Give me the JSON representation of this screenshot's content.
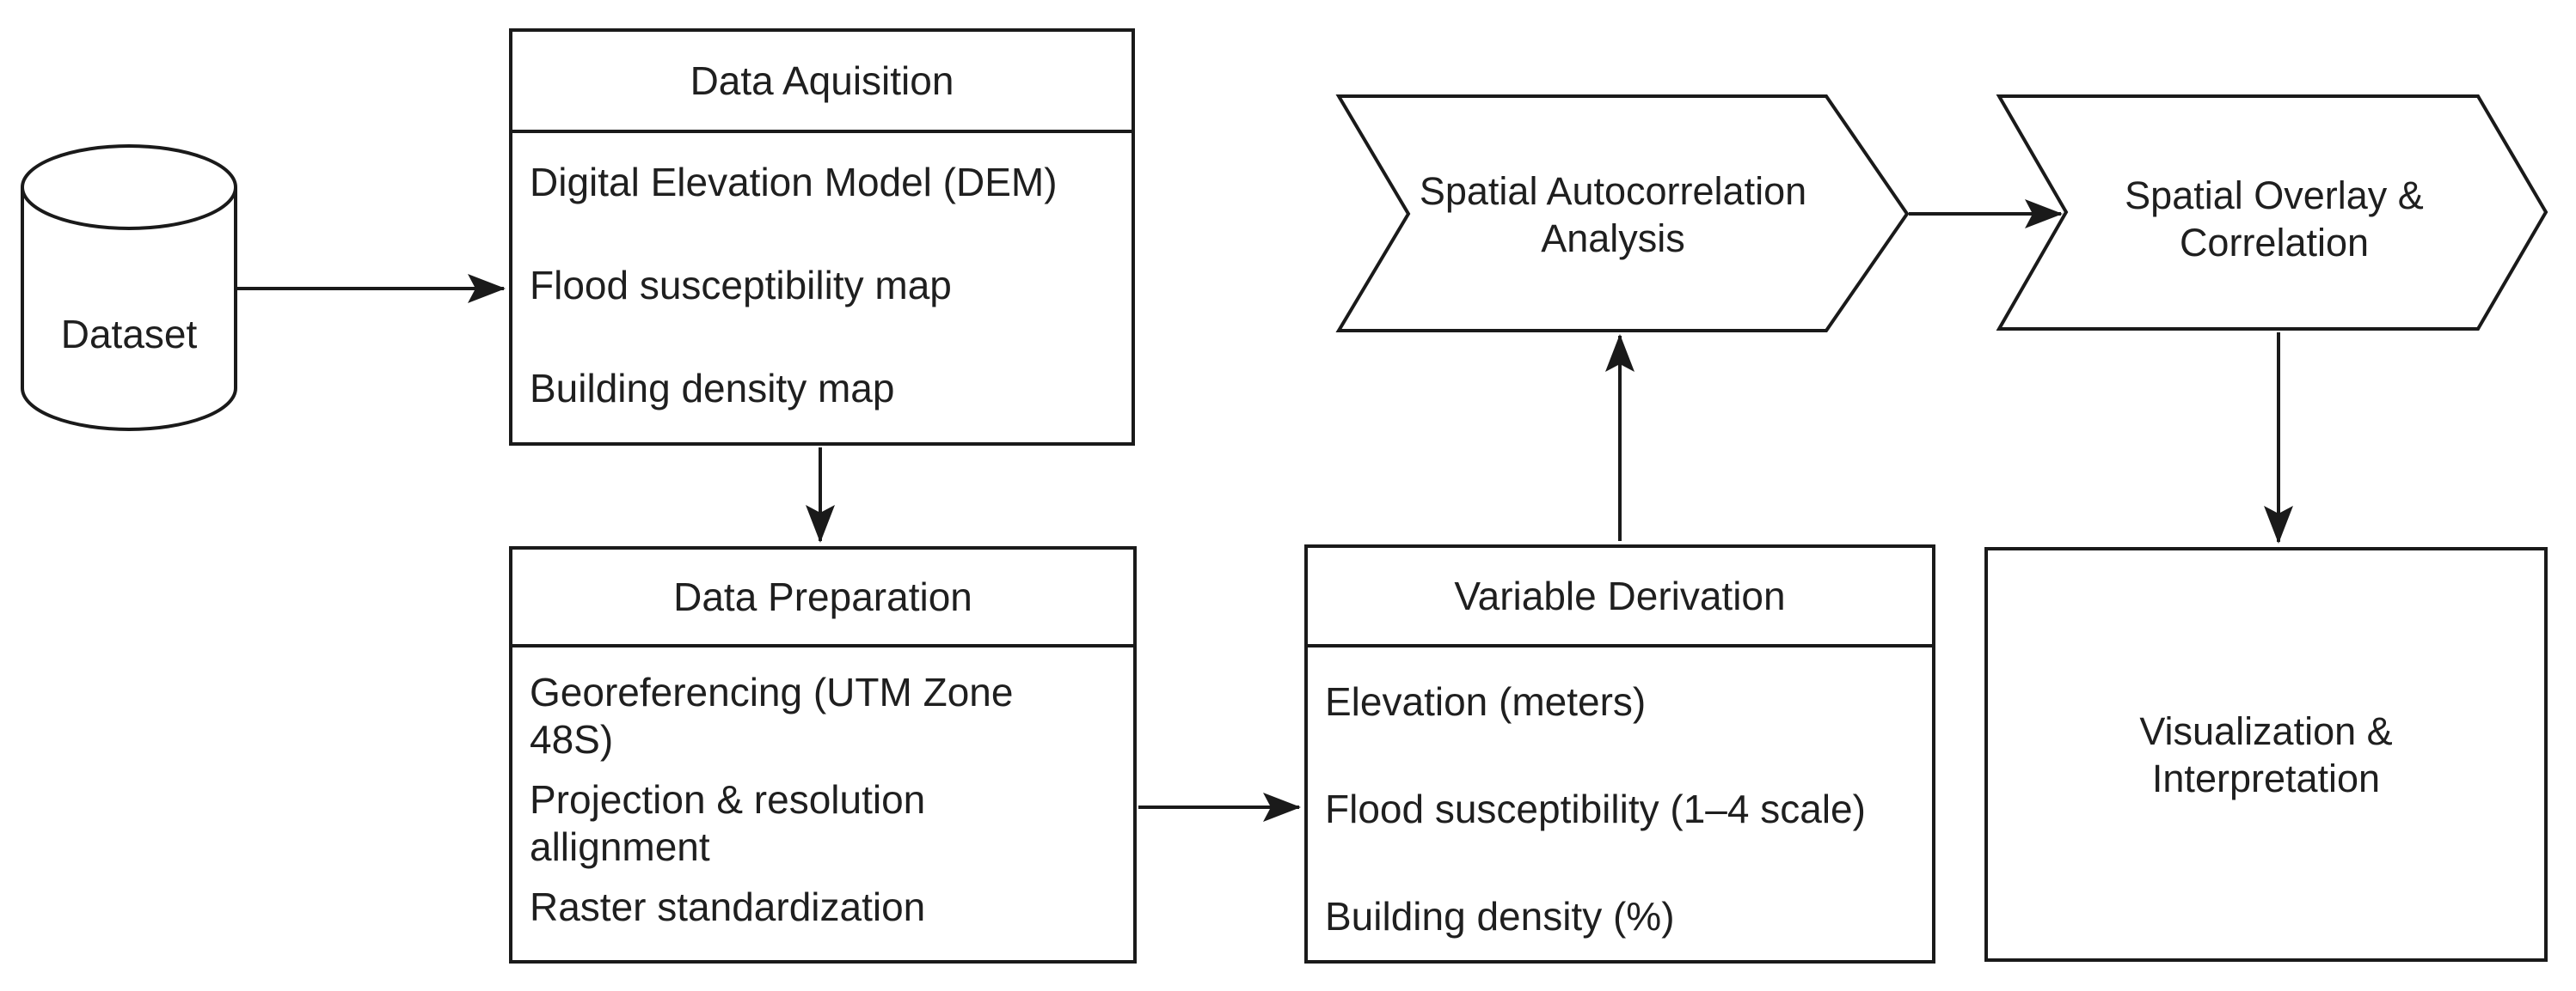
{
  "diagram": {
    "dataset": {
      "label": "Dataset"
    },
    "boxes": {
      "acquisition": {
        "title": "Data Aquisition",
        "items": [
          "Digital Elevation Model (DEM)",
          "Flood susceptibility map",
          "Building density map"
        ]
      },
      "preparation": {
        "title": "Data Preparation",
        "items": [
          "Georeferencing (UTM Zone 48S)",
          "Projection & resolution allignment",
          "Raster standardization"
        ]
      },
      "derivation": {
        "title": "Variable Derivation",
        "items": [
          "Elevation (meters)",
          "Flood susceptibility (1–4 scale)",
          "Building density (%)"
        ]
      }
    },
    "chevrons": {
      "autocorrelation": {
        "label": "Spatial Autocorrelation Analysis"
      },
      "overlay": {
        "label": "Spatial Overlay & Correlation"
      }
    },
    "end_box": {
      "label": "Visualization & Interpretation"
    },
    "colors": {
      "stroke": "#1a1a1a",
      "fill": "#ffffff",
      "background": "#ffffff",
      "text": "#1f1f1f"
    }
  }
}
